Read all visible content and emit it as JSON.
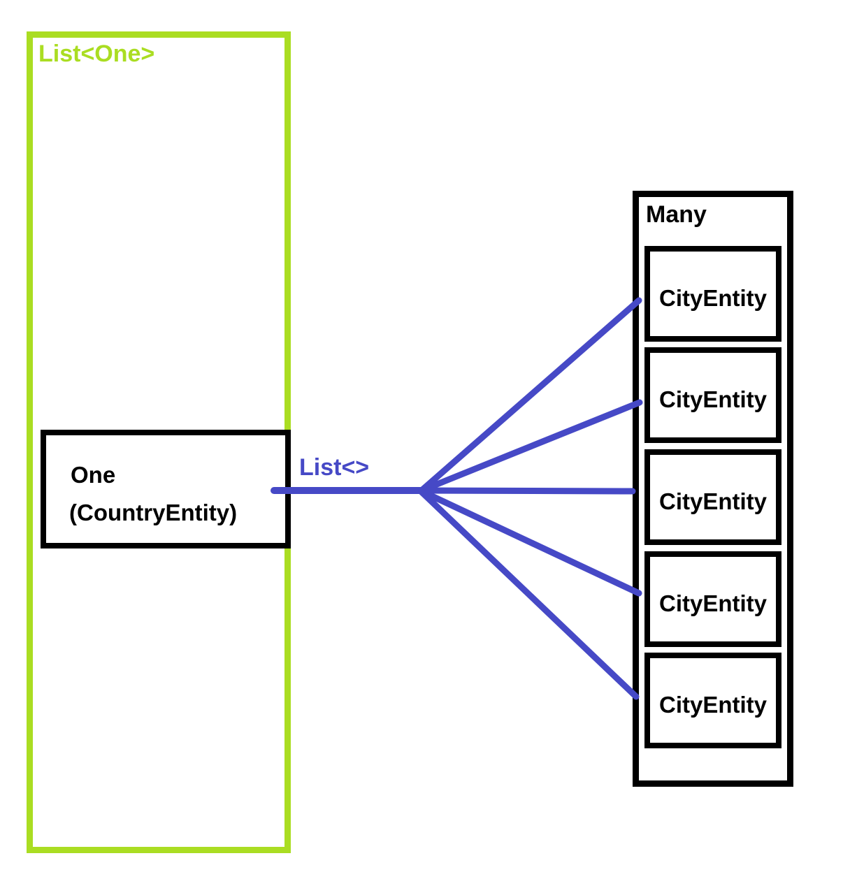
{
  "diagram": {
    "source_group": {
      "label": "List<One>"
    },
    "one_box": {
      "title": "One",
      "subtitle": "(CountryEntity)"
    },
    "relation": {
      "label": "List<>"
    },
    "many_group": {
      "label": "Many",
      "items": [
        "CityEntity",
        "CityEntity",
        "CityEntity",
        "CityEntity",
        "CityEntity"
      ]
    },
    "colors": {
      "green": "#aadd22",
      "blue": "#4649c6",
      "black": "#000000"
    }
  }
}
